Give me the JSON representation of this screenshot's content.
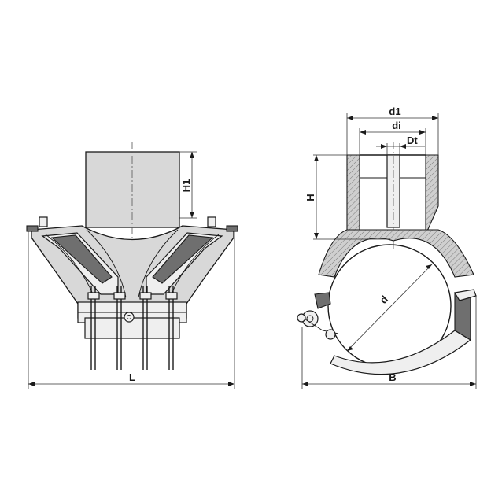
{
  "labels": {
    "H1": "H1",
    "L": "L",
    "d1": "d1",
    "di": "di",
    "Dt": "Dt",
    "H": "H",
    "d": "d",
    "B": "B"
  }
}
